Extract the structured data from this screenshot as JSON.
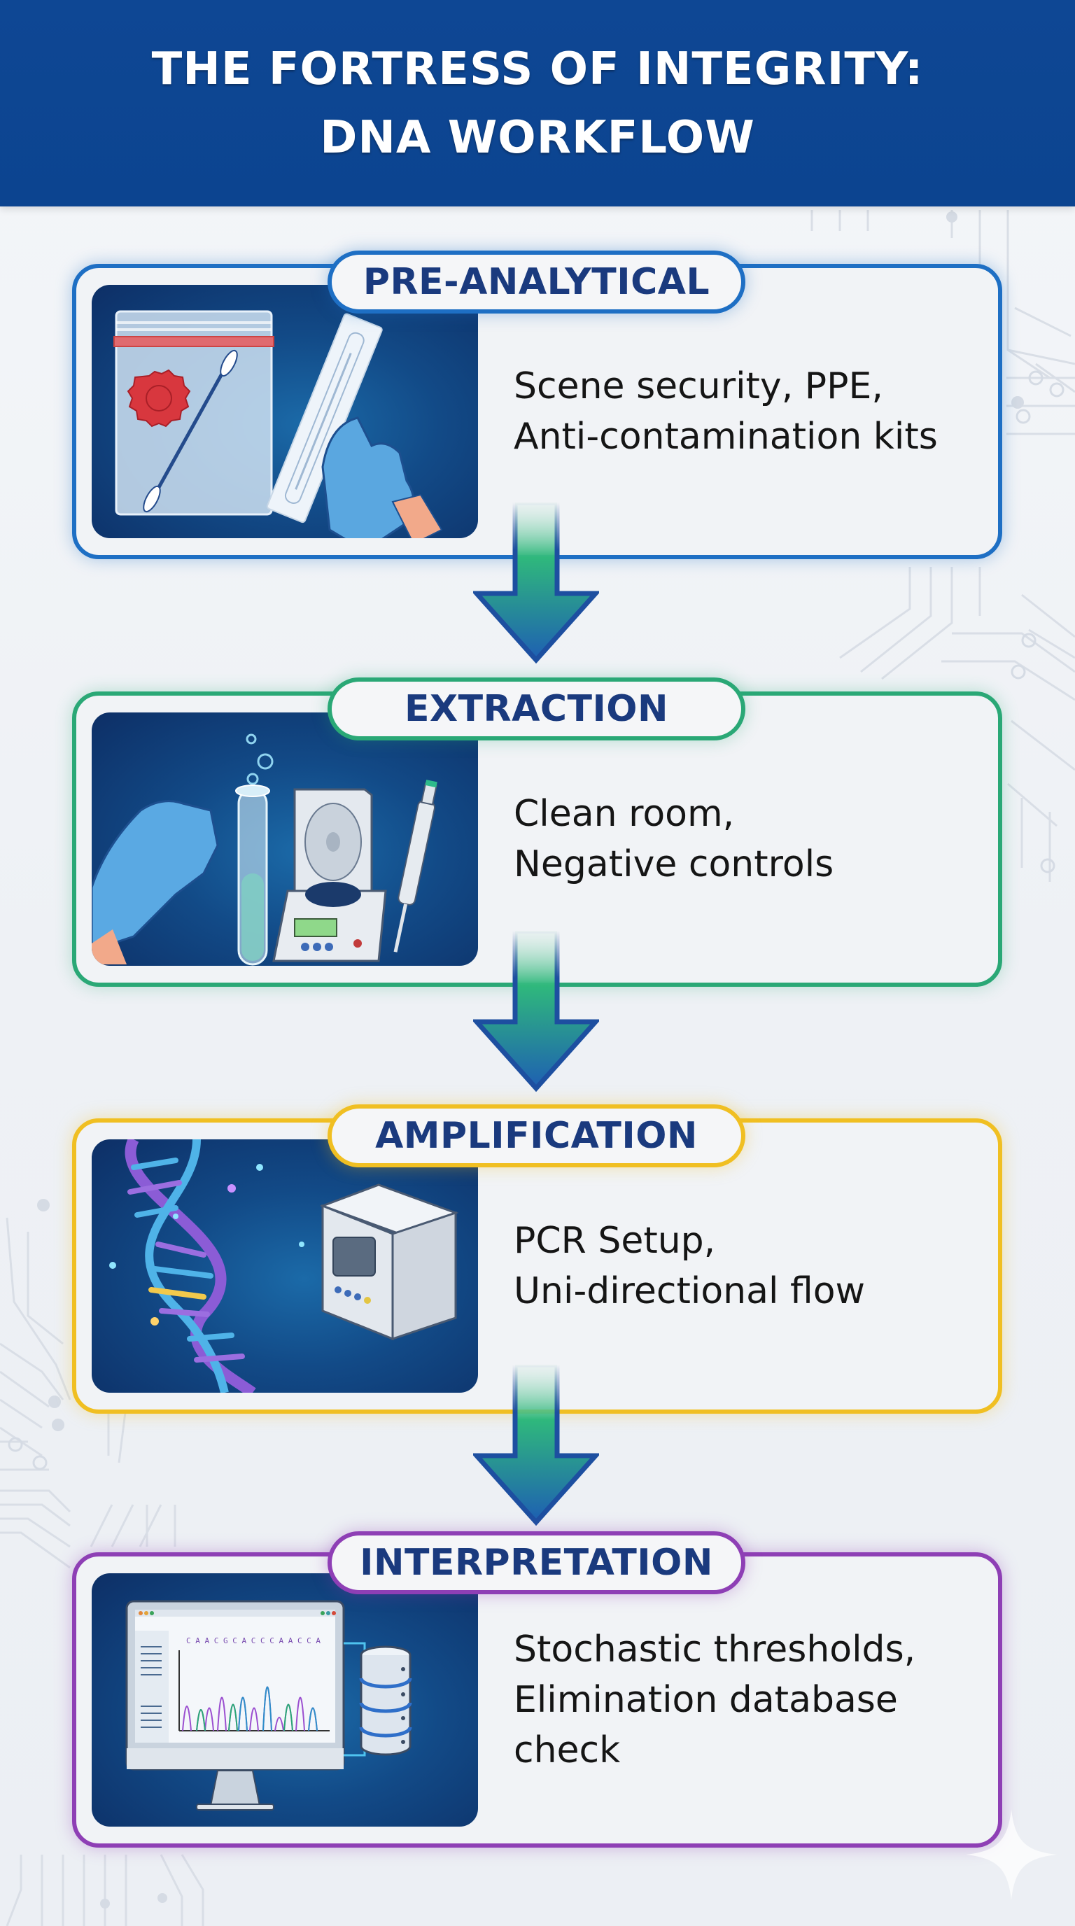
{
  "header": {
    "title_line1": "THE FORTRESS OF INTEGRITY:",
    "title_line2": "DNA WORKFLOW",
    "background_color": "#0e4794"
  },
  "stages": [
    {
      "label": "PRE-ANALYTICAL",
      "color": "#1e6fc4",
      "illustration": "evidence-bag-and-swab-icon",
      "description_lines": [
        "Scene security, PPE,",
        "Anti-contamination kits"
      ]
    },
    {
      "label": "EXTRACTION",
      "color": "#2aa876",
      "illustration": "test-tube-centrifuge-pipette-icon",
      "description_lines": [
        "Clean room,",
        "Negative controls"
      ]
    },
    {
      "label": "AMPLIFICATION",
      "color": "#f0bf22",
      "illustration": "dna-helix-and-pcr-machine-icon",
      "description_lines": [
        "PCR Setup,",
        "Uni-directional flow"
      ]
    },
    {
      "label": "INTERPRETATION",
      "color": "#8e3fb5",
      "illustration": "electropherogram-monitor-and-database-icon",
      "description_lines": [
        "Stochastic thresholds,",
        "Elimination database",
        "check"
      ],
      "sequence_text": "C A A C G C A C C C A A C C A"
    }
  ],
  "arrows": [
    {
      "from": "PRE-ANALYTICAL",
      "to": "EXTRACTION"
    },
    {
      "from": "EXTRACTION",
      "to": "AMPLIFICATION"
    },
    {
      "from": "AMPLIFICATION",
      "to": "INTERPRETATION"
    }
  ],
  "label_text_color": "#1a3a7e",
  "arrow_colors": {
    "top": "#2fb87c",
    "bottom": "#1e5fb3",
    "outline": "#1d4fa0"
  }
}
